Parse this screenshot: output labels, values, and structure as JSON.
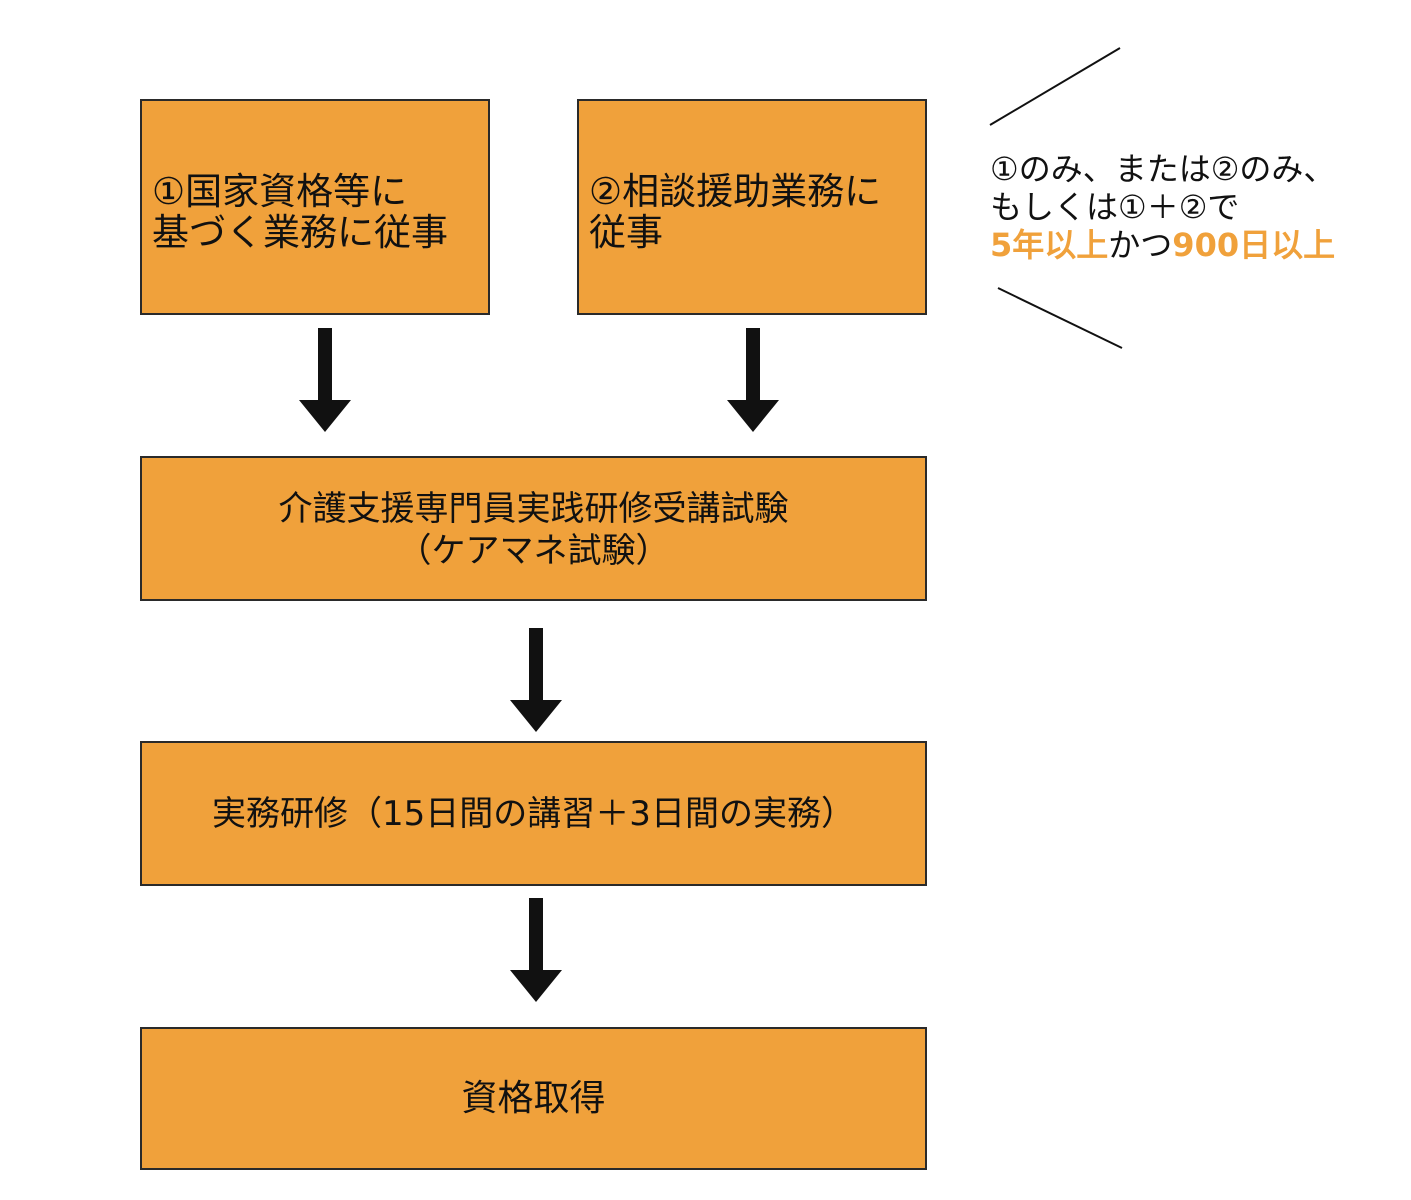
{
  "colors": {
    "box_fill": "#f0a13b",
    "box_border": "#2a2a2a",
    "arrow": "#111111",
    "highlight": "#f0a13b"
  },
  "boxes": {
    "national_qualification": "①国家資格等に\n基づく業務に従事",
    "consultation_support": "②相談援助業務に\n従事",
    "exam": "介護支援専門員実践研修受講試験\n（ケアマネ試験）",
    "practical_training": "実務研修（15日間の講習＋3日間の実務）",
    "qualification": "資格取得"
  },
  "note": {
    "line1": "①のみ、または②のみ、",
    "line2": "もしくは①＋②で",
    "line3_part1": "5年以上",
    "line3_part2": "かつ",
    "line3_part3": "900日以上"
  },
  "icons": {
    "arrows": "arrow-down-icon"
  }
}
